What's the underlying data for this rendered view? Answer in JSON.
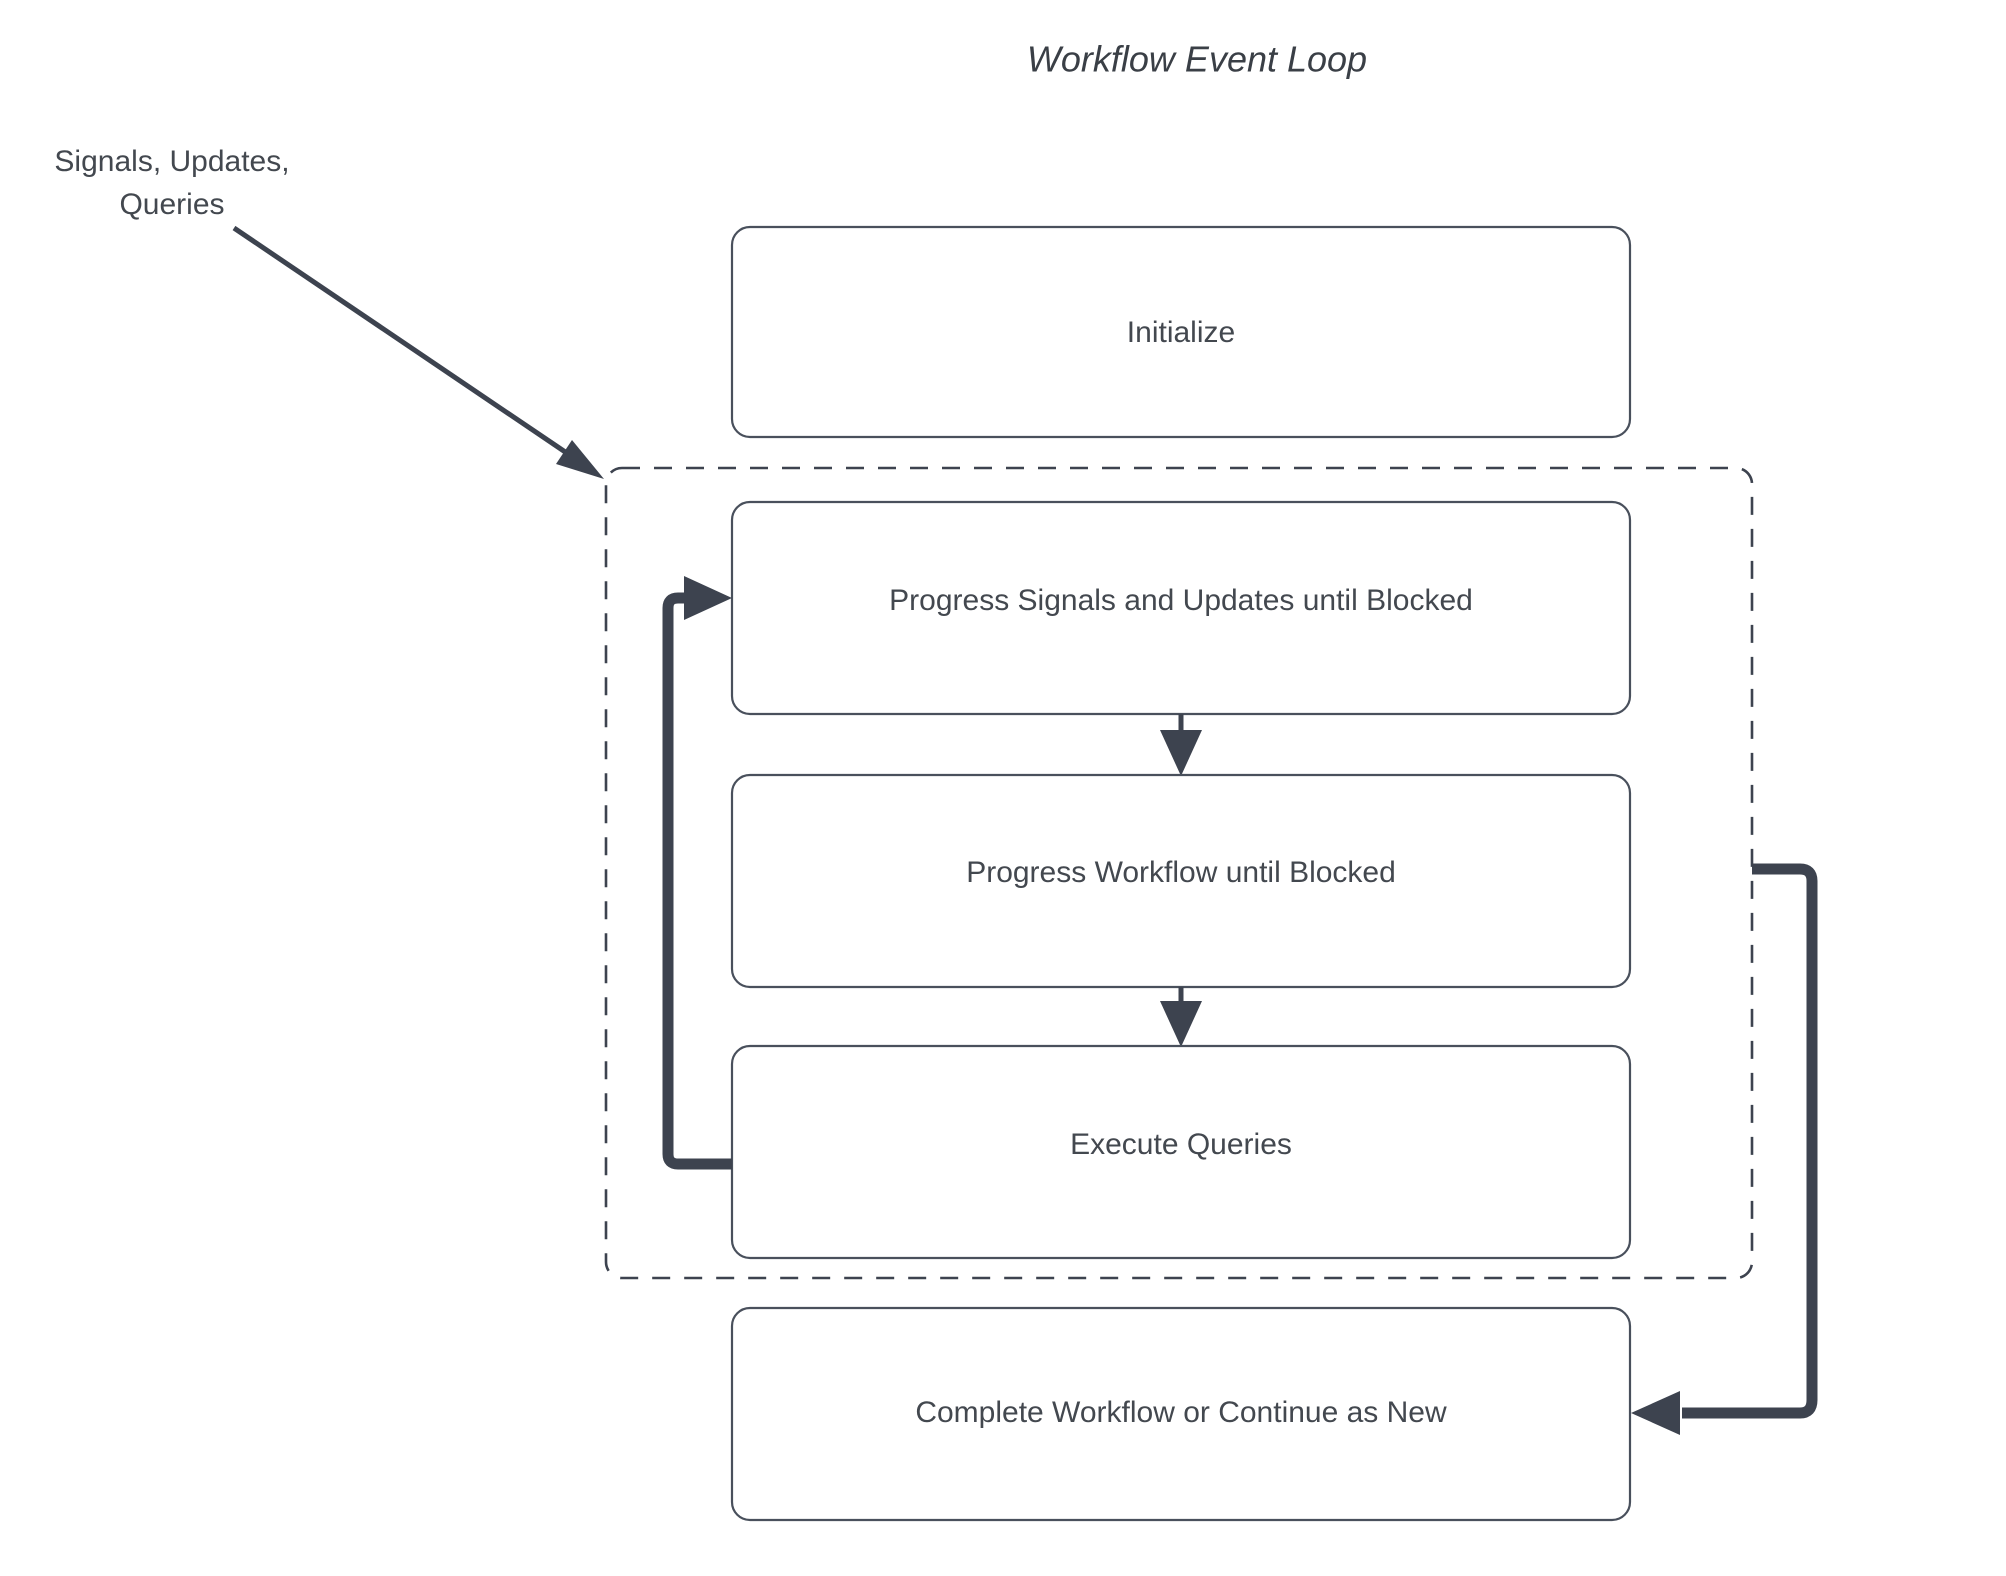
{
  "diagram": {
    "title": "Workflow Event Loop",
    "type": "flowchart",
    "background_color": "#ffffff",
    "stroke_color": "#3d434f",
    "node_border_color": "#49505c",
    "text_color": "#43484f",
    "external_label": {
      "line1": "Signals, Updates,",
      "line2": "Queries"
    },
    "nodes": [
      {
        "id": "initialize",
        "label": "Initialize",
        "group": "outside-top"
      },
      {
        "id": "progress-signals",
        "label": "Progress Signals and Updates until Blocked",
        "group": "event-loop"
      },
      {
        "id": "progress-workflow",
        "label": "Progress Workflow until Blocked",
        "group": "event-loop"
      },
      {
        "id": "execute-queries",
        "label": "Execute Queries",
        "group": "event-loop"
      },
      {
        "id": "complete-workflow",
        "label": "Complete Workflow or Continue as New",
        "group": "outside-bottom"
      }
    ],
    "group_container": {
      "id": "event-loop-group",
      "style": "dashed",
      "label": ""
    },
    "edges": [
      {
        "from": "external-input",
        "to": "event-loop-group",
        "style": "thin-diagonal-arrow"
      },
      {
        "from": "progress-signals",
        "to": "progress-workflow",
        "style": "thin-down-arrow"
      },
      {
        "from": "progress-workflow",
        "to": "execute-queries",
        "style": "thin-down-arrow"
      },
      {
        "from": "execute-queries",
        "to": "progress-signals",
        "style": "thick-loop-left"
      },
      {
        "from": "event-loop-group",
        "to": "complete-workflow",
        "style": "thick-loop-right"
      }
    ]
  }
}
